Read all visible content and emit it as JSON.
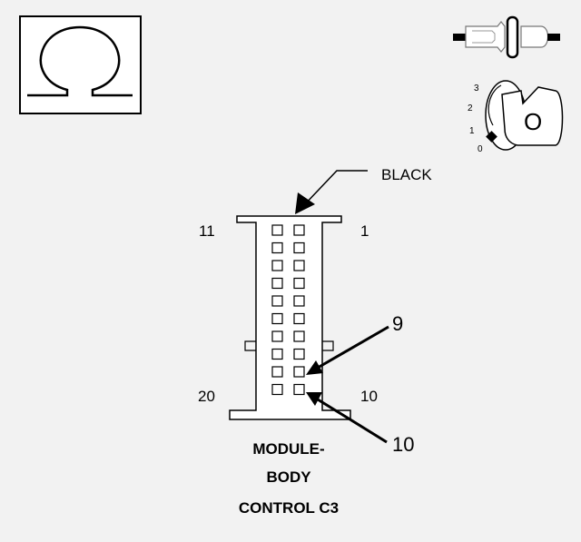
{
  "callout_label": "BLACK",
  "pin_labels": {
    "top_left": "11",
    "top_right": "1",
    "bottom_left": "20",
    "bottom_right": "10"
  },
  "pointers": [
    {
      "label": "9"
    },
    {
      "label": "10"
    }
  ],
  "title_lines": [
    "MODULE-",
    "BODY",
    "CONTROL C3"
  ],
  "ignition": {
    "positions": [
      "3",
      "2",
      "1",
      "0"
    ],
    "key_label": "O"
  },
  "icons": {
    "resistance": "omega-ohm-icon",
    "connector": "disconnected-connector-icon",
    "ignition": "ignition-key-icon"
  },
  "colors": {
    "line": "#000000",
    "background": "#f2f2f2",
    "connector_fill": "#ffffff"
  },
  "connector": {
    "columns": 2,
    "rows": 10,
    "cavity_count": 20
  }
}
